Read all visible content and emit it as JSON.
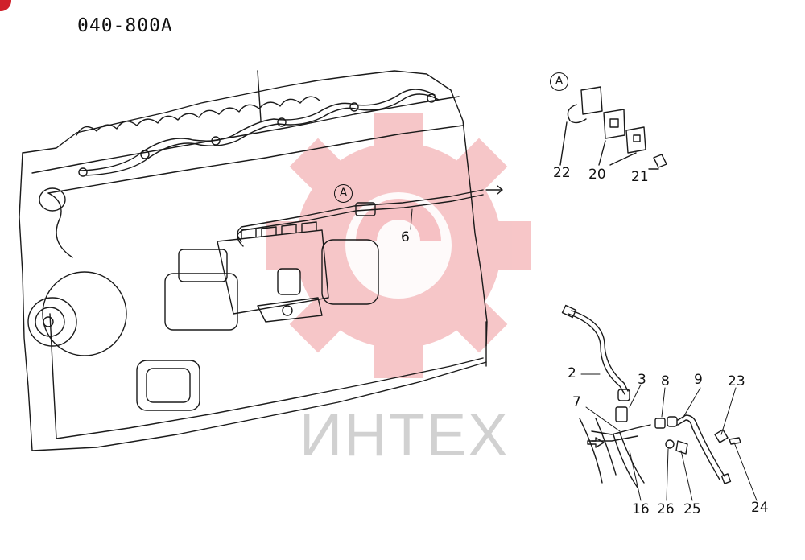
{
  "diagram": {
    "title": "040-800A",
    "watermark": "ИНТЕХ",
    "detail_markers": [
      "A",
      "A"
    ],
    "part_labels": {
      "p6": "6",
      "p22": "22",
      "p20": "20",
      "p21": "21",
      "p2": "2",
      "p3": "3",
      "p8": "8",
      "p9": "9",
      "p23": "23",
      "p7": "7",
      "p16": "16",
      "p26": "26",
      "p25": "25",
      "p24": "24"
    }
  }
}
